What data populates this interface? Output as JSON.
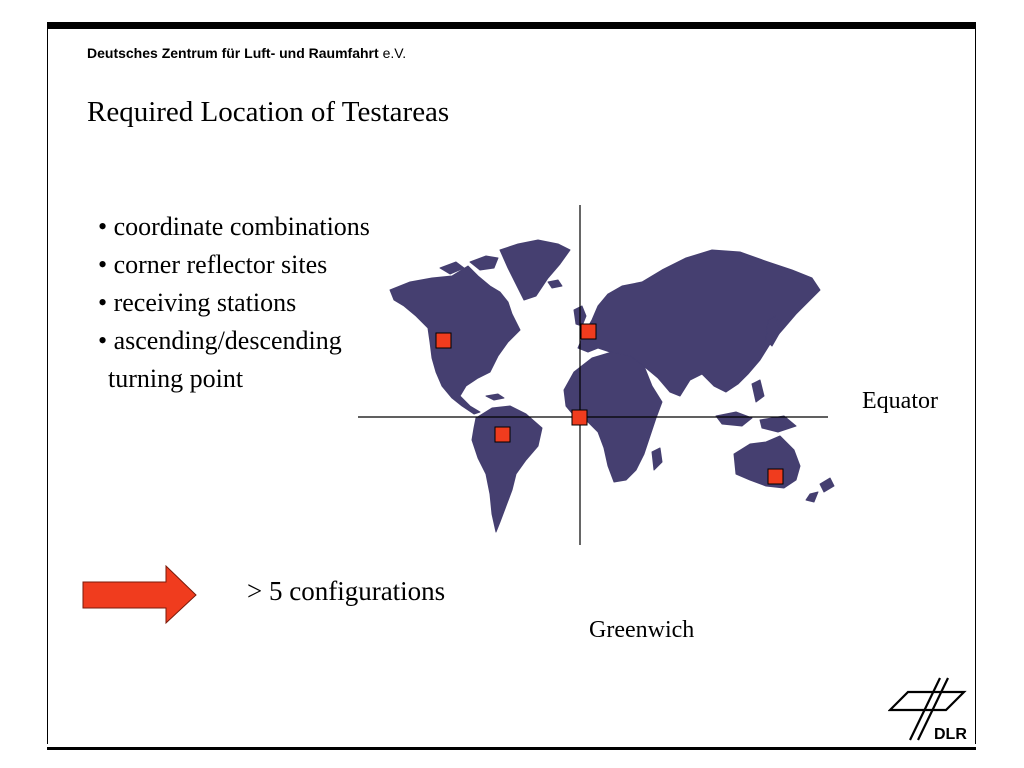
{
  "header": {
    "org_bold": "Deutsches Zentrum für Luft- und Raumfahrt",
    "org_suffix": "e.V."
  },
  "slide": {
    "title": "Required Location of Testareas",
    "bullets": [
      "• coordinate combinations",
      "• corner reflector sites",
      "• receiving stations",
      "• ascending/descending"
    ],
    "bullet_continuation": "turning point",
    "conclusion": "> 5 configurations"
  },
  "map": {
    "equator_label": "Equator",
    "greenwich_label": "Greenwich",
    "continent_color": "#453f70",
    "marker_color": "#f03c1e",
    "test_sites": [
      "north-america",
      "europe",
      "gulf-of-guinea",
      "south-america",
      "australia"
    ]
  },
  "arrow": {
    "color": "#f03c1e"
  },
  "logo": {
    "text": "DLR"
  }
}
